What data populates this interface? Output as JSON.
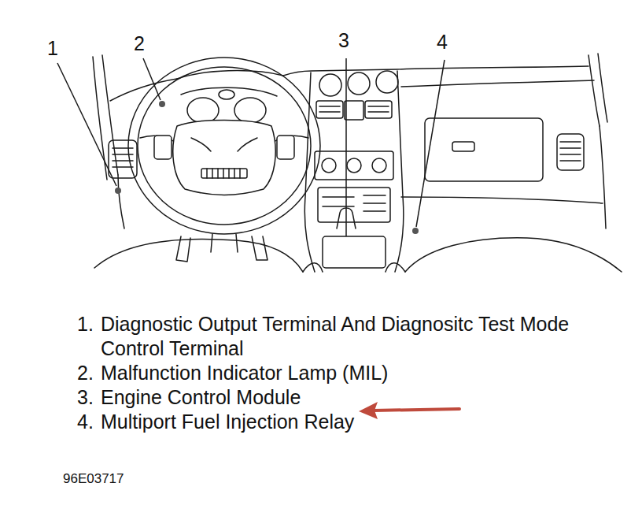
{
  "diagram": {
    "labels": [
      "1",
      "2",
      "3",
      "4",
      "1.",
      "Diagnostic Output Terminal And Diagnositc Test Mode Control Terminal",
      "2.",
      "Malfunction Indicator Lamp (MIL)",
      "3.",
      "Engine Control Module",
      "4.",
      "Multiport Fuel Injection Relay",
      "96E03717"
    ]
  }
}
